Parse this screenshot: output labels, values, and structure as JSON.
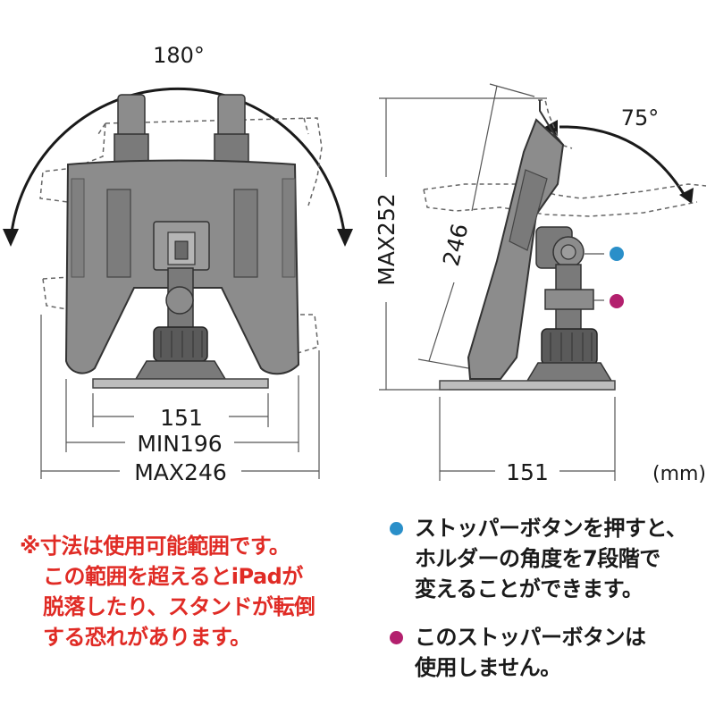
{
  "dimensions": {
    "rotation_angle": "180°",
    "tilt_angle": "75°",
    "front_base_width": "151",
    "front_min_width": "MIN196",
    "front_max_width": "MAX246",
    "side_height_max": "MAX252",
    "side_holder_length": "246",
    "side_base_width": "151",
    "unit": "(mm)"
  },
  "warning_note": {
    "lines": [
      "※寸法は使用可能範囲です。",
      "この範囲を超えるとiPadが",
      "脱落したり、スタンドが転倒",
      "する恐れがあります。"
    ]
  },
  "legend": [
    {
      "color": "#2a8fc9",
      "lines": [
        "ストッパーボタンを押すと、",
        "ホルダーの角度を7段階で",
        "変えることができます。"
      ]
    },
    {
      "color": "#b3206e",
      "lines": [
        "このストッパーボタンは",
        "使用しません。"
      ]
    }
  ],
  "colors": {
    "body_gray": "#8c8c8c",
    "dark_gray": "#5a5a5a",
    "base_gray": "#bdbdbd",
    "warning_red": "#e02b25"
  }
}
